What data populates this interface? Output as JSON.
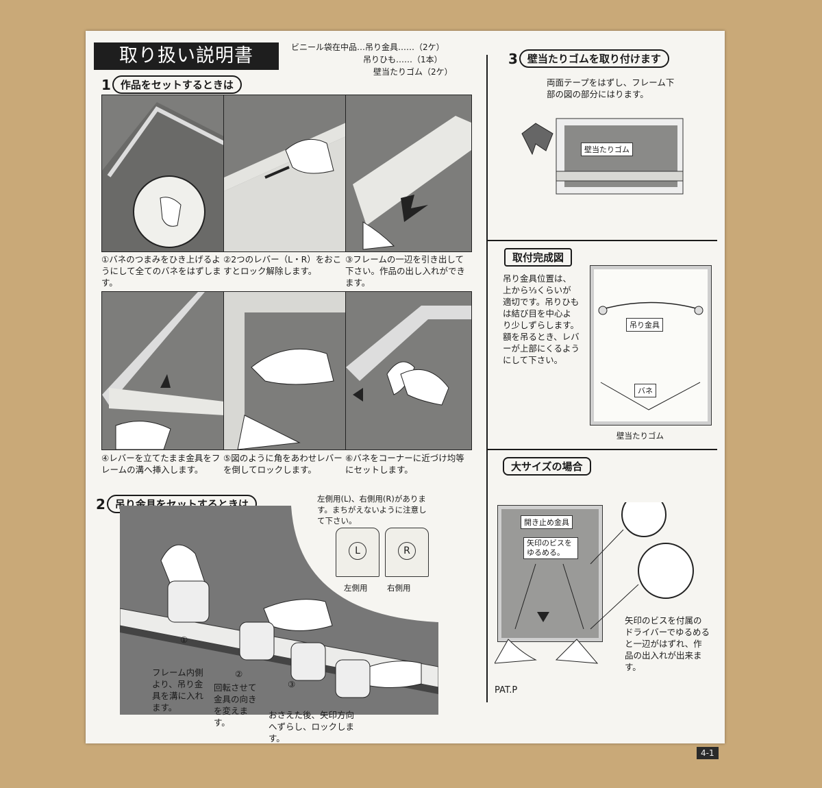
{
  "header": {
    "title": "取り扱い説明書",
    "contents": [
      "ビニール袋在中品…吊り金具……（2ケ）",
      "吊りひも……（1本）",
      "壁当たりゴム（2ケ）"
    ]
  },
  "section1": {
    "num": "1",
    "title": "作品をセットするときは",
    "steps": [
      "①バネのつまみをひき上げるようにして全てのバネをはずします。",
      "②2つのレバー（L・R）をおこすとロック解除します。",
      "③フレームの一辺を引き出して下さい。作品の出し入れができます。",
      "④レバーを立てたまま金具をフレームの溝へ挿入します。",
      "⑤図のように角をあわせレバーを倒してロックします。",
      "⑥バネをコーナーに近づけ均等にセットします。"
    ]
  },
  "section2": {
    "num": "2",
    "title": "吊り金具をセットするときは",
    "note": "左側用(L)、右側用(R)があります。まちがえないように注意して下さい。",
    "left_label": "左側用",
    "right_label": "右側用",
    "letter_l": "L",
    "letter_r": "R",
    "steps": [
      {
        "marker": "①",
        "text": "フレーム内側より、吊り金具を溝に入れます。"
      },
      {
        "marker": "②",
        "text": "回転させて金具の向きを変えます。"
      },
      {
        "marker": "③",
        "text": "おさえた後、矢印方向へずらし、ロックします。"
      }
    ]
  },
  "section3": {
    "num": "3",
    "title": "壁当たりゴムを取り付けます",
    "text": "両面テープをはずし、フレーム下部の図の部分にはります。",
    "label": "壁当たりゴム"
  },
  "complete": {
    "title": "取付完成図",
    "text": "吊り金具位置は、上から⅓くらいが適切です。吊りひもは結び目を中心より少しずらします。額を吊るとき、レバーが上部にくるようにして下さい。",
    "label_hook": "吊り金具",
    "label_spring": "バネ",
    "label_rubber": "壁当たりゴム"
  },
  "large": {
    "title": "大サイズの場合",
    "label_stopper": "開き止め金具",
    "label_screw": "矢印のビスをゆるめる。",
    "text": "矢印のビスを付属のドライバーでゆるめると一辺がはずれ、作品の出入れが出来ます。",
    "patent": "PAT.P"
  },
  "tag": "4-1"
}
